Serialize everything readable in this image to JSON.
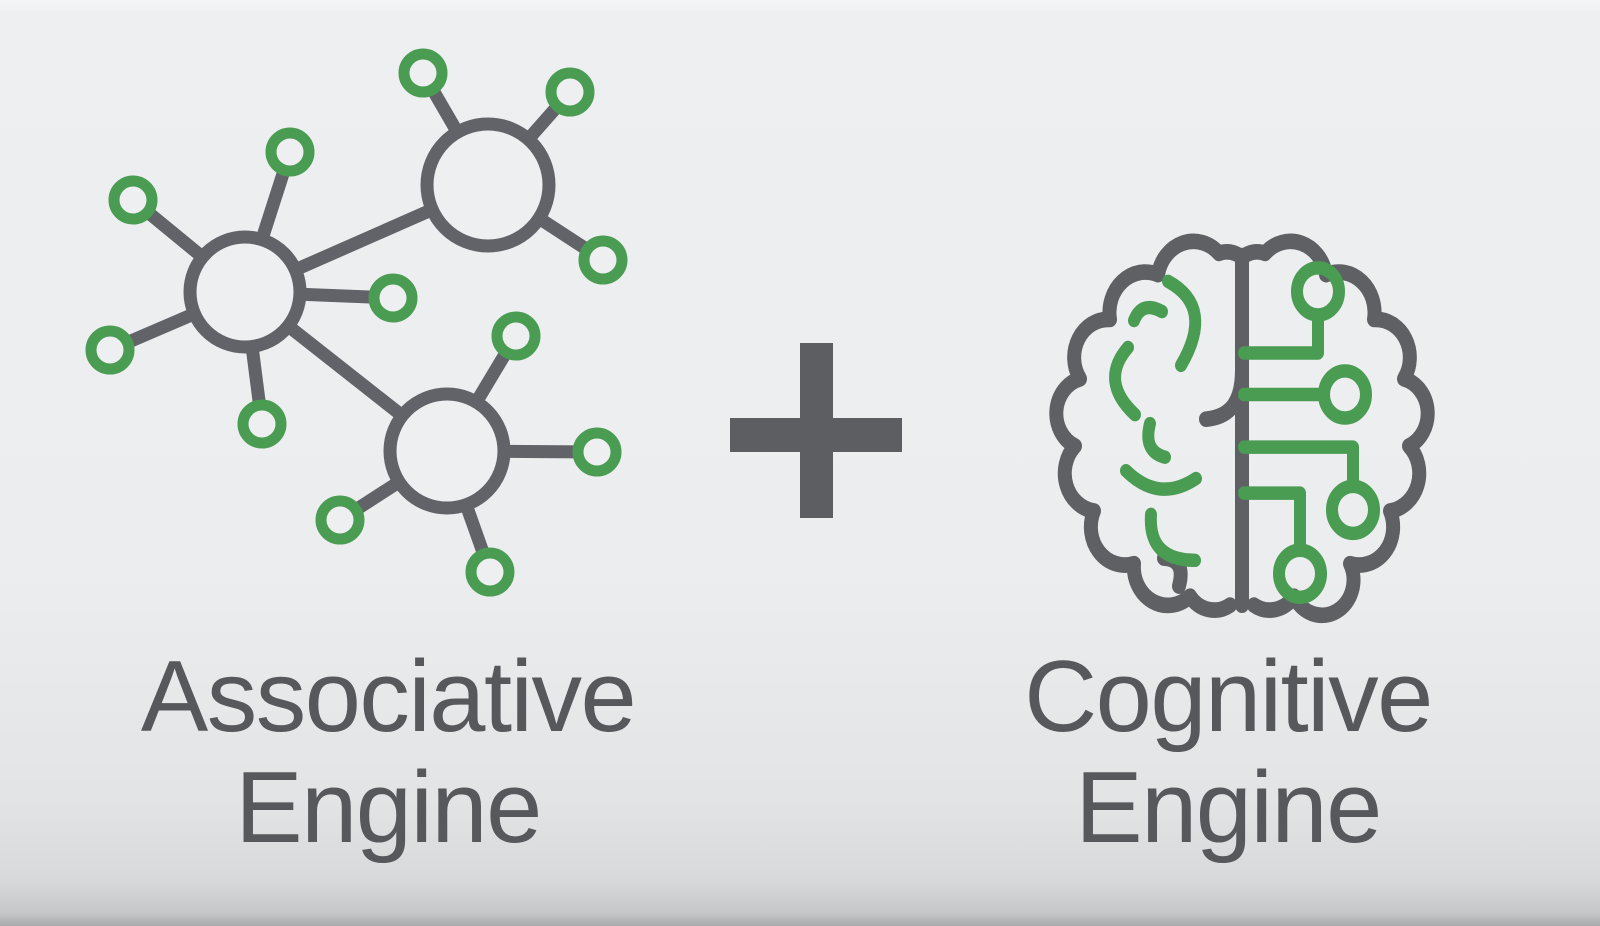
{
  "slide": {
    "title": "Associative Engine + Cognitive Engine",
    "operator": "+"
  },
  "panels": {
    "left": {
      "icon": "network-nodes-icon",
      "label_line1": "Associative",
      "label_line2": "Engine"
    },
    "right": {
      "icon": "half-brain-half-circuit-icon",
      "label_line1": "Cognitive",
      "label_line2": "Engine"
    }
  },
  "colors": {
    "background": "#ecedef",
    "icon_gray": "#626368",
    "brain_gray": "#5e6064",
    "plus_gray": "#5c5e62",
    "accent_green": "#4a9c53",
    "text_gray": "#56585c"
  }
}
